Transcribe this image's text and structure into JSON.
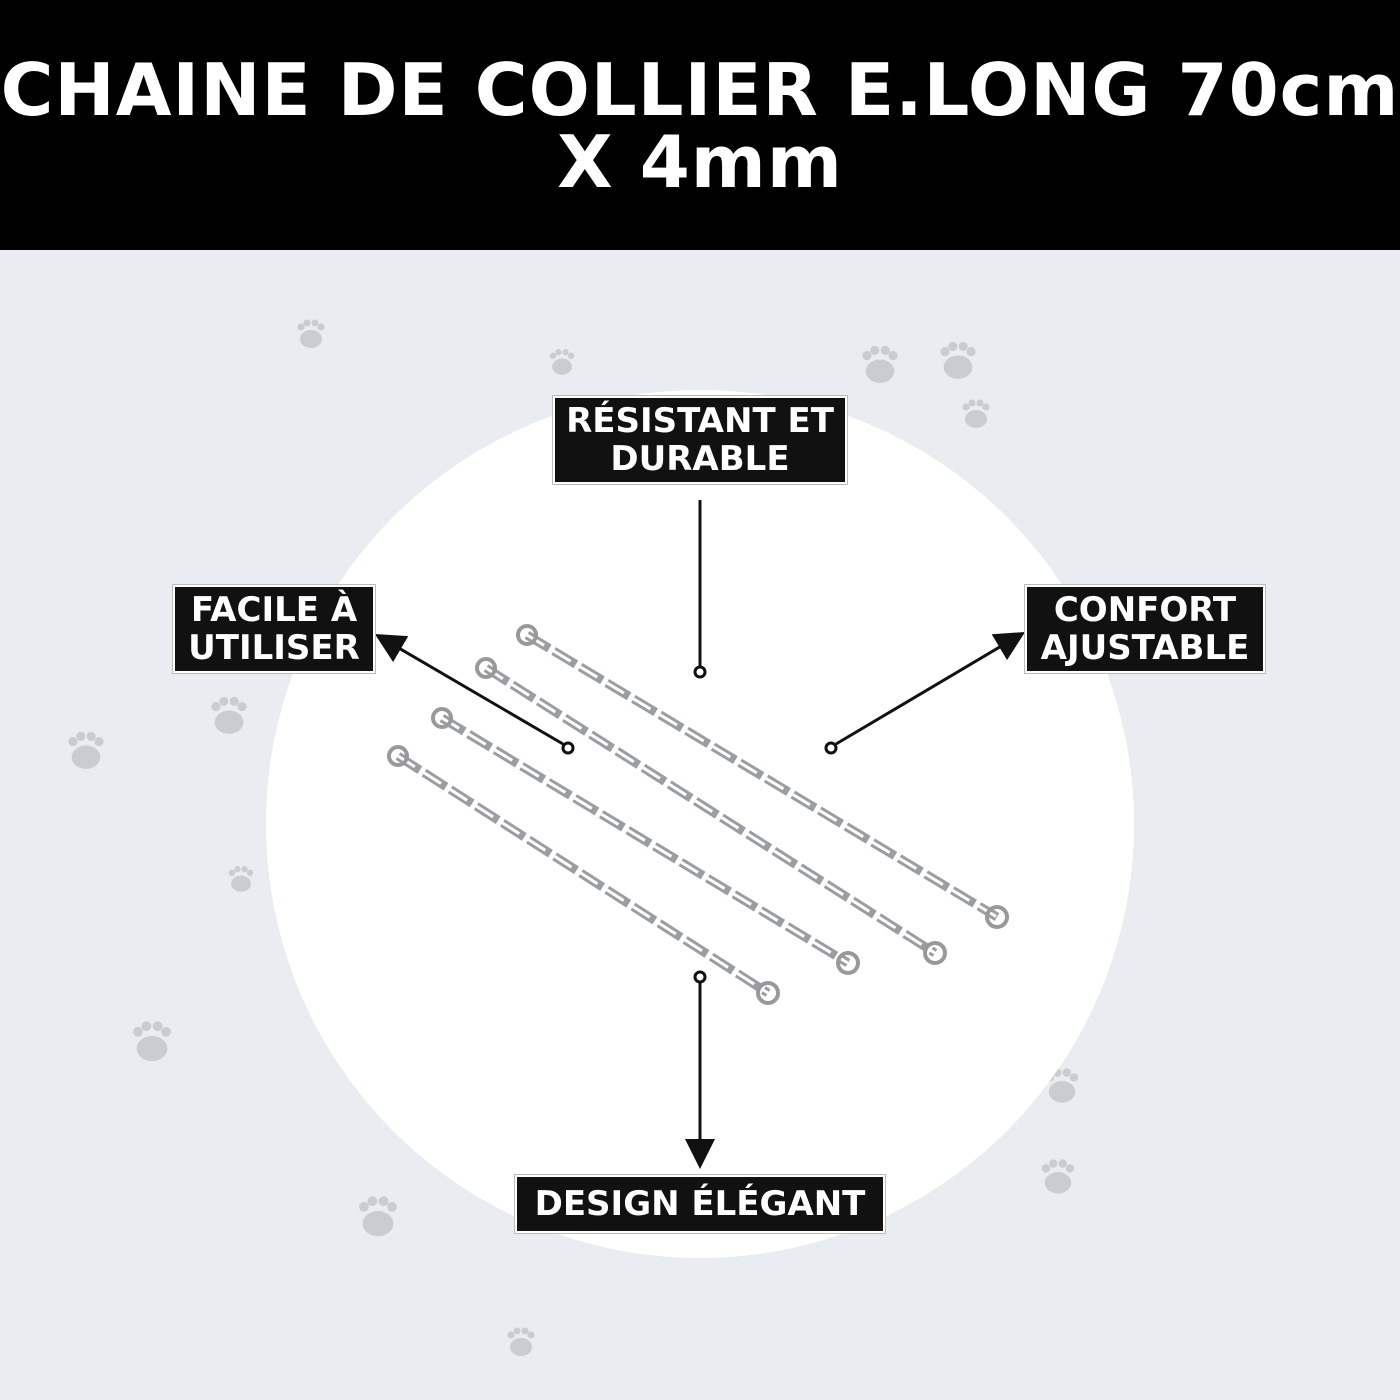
{
  "header": {
    "title_line1": "CHAINE DE COLLIER E.LONG 70cm",
    "title_line2": "X 4mm"
  },
  "features": {
    "top_line1": "RÉSISTANT ET",
    "top_line2": "DURABLE",
    "left_line1": "FACILE À",
    "left_line2": "UTILISER",
    "right_line1": "CONFORT",
    "right_line2": "AJUSTABLE",
    "bottom": "DESIGN ÉLÉGANT"
  },
  "colors": {
    "header_bg": "#000000",
    "background": "#e9ecf1",
    "paw": "#c9ccd1",
    "chain": "#9a9da2"
  }
}
